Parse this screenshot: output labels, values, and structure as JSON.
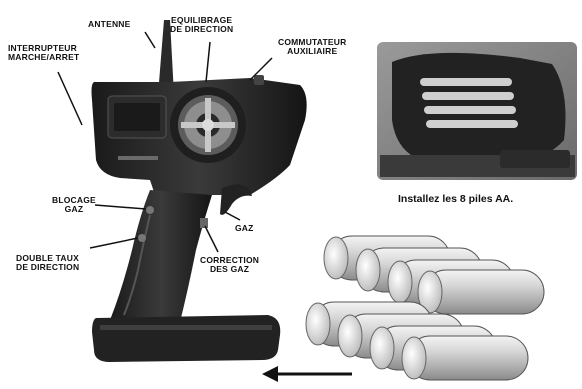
{
  "callouts": {
    "antenna": "ANTENNE",
    "steering_trim_1": "EQUILIBRAGE",
    "steering_trim_2": "DE DIRECTION",
    "aux_switch_1": "COMMUTATEUR",
    "aux_switch_2": "AUXILIAIRE",
    "power_switch_1": "INTERRUPTEUR",
    "power_switch_2": "MARCHE/ARRET",
    "throttle_lock_1": "BLOCAGE",
    "throttle_lock_2": "GAZ",
    "throttle": "GAZ",
    "dual_rate_1": "DOUBLE TAUX",
    "dual_rate_2": "DE DIRECTION",
    "throttle_trim_1": "CORRECTION",
    "throttle_trim_2": "DES GAZ"
  },
  "inset_caption": "Installez les 8 piles AA.",
  "battery_count": 8
}
